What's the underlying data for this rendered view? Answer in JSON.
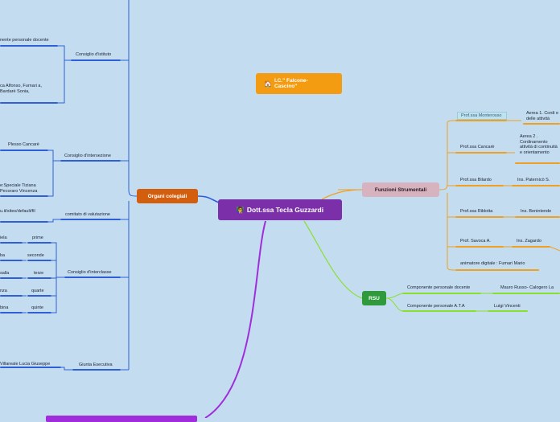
{
  "central": {
    "icon": "person-icon",
    "label": "Dott.ssa Tecla Guzzardi"
  },
  "note": {
    "icon": "house-icon",
    "label": "I.C.\" Falcone-Cascino\""
  },
  "organi": {
    "label": "Organi colegiali",
    "consiglio_istituto": "Consiglio d'istituto",
    "componente_docente": "nente personale docente",
    "docenti_names": "ca Alfonso, Furnari a, Bardarè Sonia,",
    "consiglio_intersezione": "Consiglio d'intersezione",
    "plesso_cancare": "Plesso Cancarè",
    "speciale": "e:Speciale Tiziana Pecoraro Vincenza",
    "comitato": "comitato di valutazione",
    "comitato_link": "u.it/sites/default/fil",
    "consiglio_interclasse": "Consiglio d'interclasse",
    "classes": [
      "prime",
      "seconde",
      "terze",
      "quarte",
      "quinte"
    ],
    "class_names": [
      "iela",
      "ba",
      "salla",
      "nza",
      "bina"
    ],
    "giunta": "Giunta Esecutiva",
    "giunta_name": "Villareale Lucia Giuseppe"
  },
  "funzioni": {
    "label": "Funzioni Strumentali",
    "items": [
      {
        "name": "Prof.ssa Monterosso",
        "desc": "Aerea 1. Cordi e delle attività"
      },
      {
        "name": "Prof.ssa Cancarè",
        "desc": "Aerea 2 . Cordinamento attività di continuità e orientamento"
      },
      {
        "name": "Prof.ssa Bilardo",
        "desc": "Ins. Paternicò S."
      },
      {
        "name": "Prof.ssa Riblotta",
        "desc": "Ins. Benintende"
      },
      {
        "name": "Prof. Savoca A.",
        "desc": "Ins. Zagardo"
      },
      {
        "name": "animatore digitale : Fumari Mario",
        "desc": ""
      }
    ]
  },
  "rsu": {
    "label": "RSU",
    "items": [
      {
        "label": "Componente personale docente",
        "names": "Mauro Russo- Calogero La"
      },
      {
        "label": "Componente personale A.T.A",
        "names": "Luigi Vincenti"
      }
    ]
  },
  "colors": {
    "background": "#c3dcf0",
    "central": "#7b2fa8",
    "organi": "#d35f0e",
    "funzioni": "#d7b3bf",
    "rsu": "#2f9a3c",
    "note": "#f39c12",
    "blue_line": "#2e5fd6",
    "orange_line": "#f0a020",
    "green_line": "#88e02c",
    "purple_line": "#a02ddb"
  }
}
